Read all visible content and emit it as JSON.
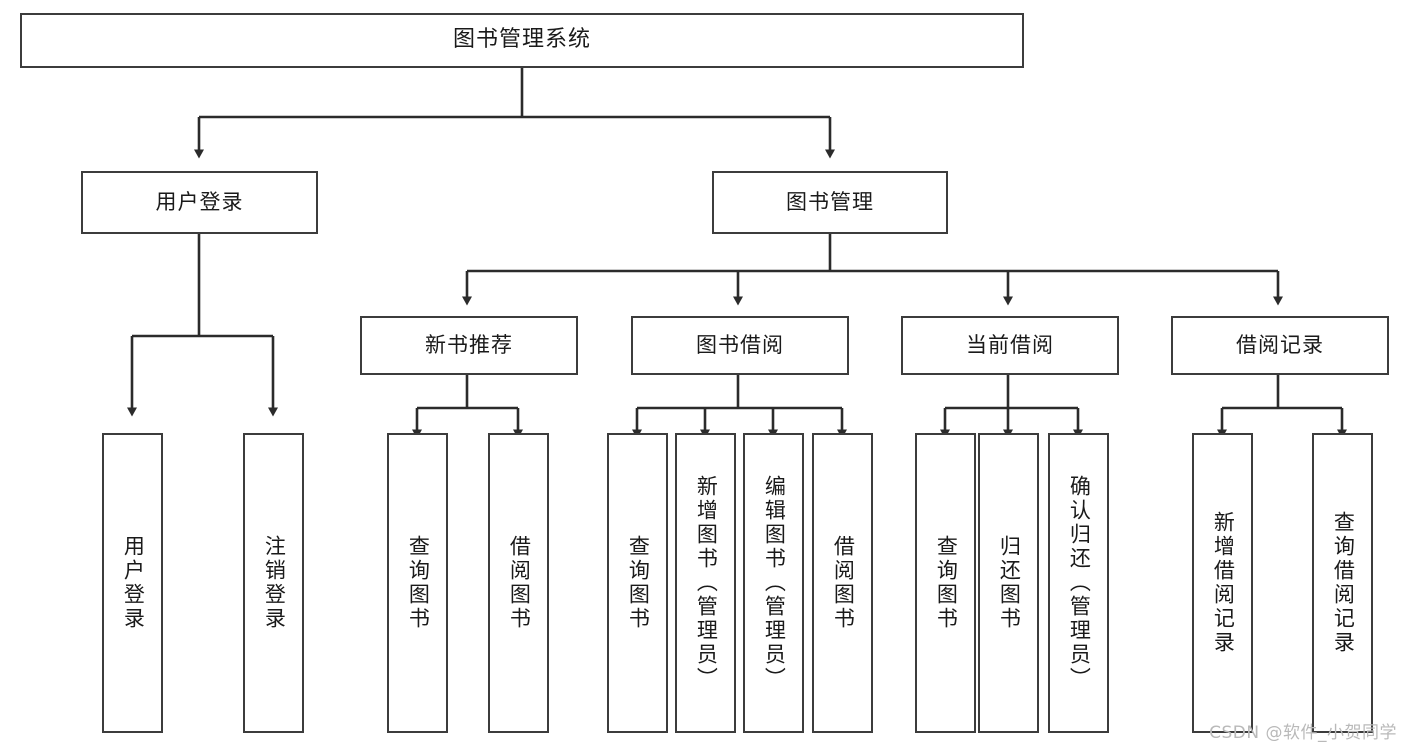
{
  "diagram": {
    "title": "图书管理系统",
    "watermark": "CSDN @软件_小贺同学",
    "colors": {
      "box_border": "#3c3c3c",
      "line": "#2b2b2b",
      "background": "#ffffff",
      "text": "#1a1a1a",
      "watermark": "#b9b9b9"
    },
    "levels": {
      "root": "图书管理系统",
      "level2": [
        "用户登录",
        "图书管理"
      ],
      "level3": [
        "新书推荐",
        "图书借阅",
        "当前借阅",
        "借阅记录"
      ]
    },
    "nodes": {
      "root": {
        "label": "图书管理系统"
      },
      "user_login": {
        "label": "用户登录"
      },
      "book_manage": {
        "label": "图书管理"
      },
      "new_book_rec": {
        "label": "新书推荐"
      },
      "book_borrow": {
        "label": "图书借阅"
      },
      "current_borrow": {
        "label": "当前借阅"
      },
      "borrow_record": {
        "label": "借阅记录"
      },
      "leaf_user_login": {
        "label": "用户登录"
      },
      "leaf_logout": {
        "label": "注销登录"
      },
      "leaf_query_book_1": {
        "label": "查询图书"
      },
      "leaf_borrow_book_1": {
        "label": "借阅图书"
      },
      "leaf_query_book_2": {
        "label": "查询图书"
      },
      "leaf_add_book": {
        "label": "新增图书（管理员）"
      },
      "leaf_edit_book": {
        "label": "编辑图书（管理员）"
      },
      "leaf_borrow_book_2": {
        "label": "借阅图书"
      },
      "leaf_query_book_3": {
        "label": "查询图书"
      },
      "leaf_return_book": {
        "label": "归还图书"
      },
      "leaf_confirm_return": {
        "label": "确认归还（管理员）"
      },
      "leaf_add_record": {
        "label": "新增借阅记录"
      },
      "leaf_query_record": {
        "label": "查询借阅记录"
      }
    }
  }
}
